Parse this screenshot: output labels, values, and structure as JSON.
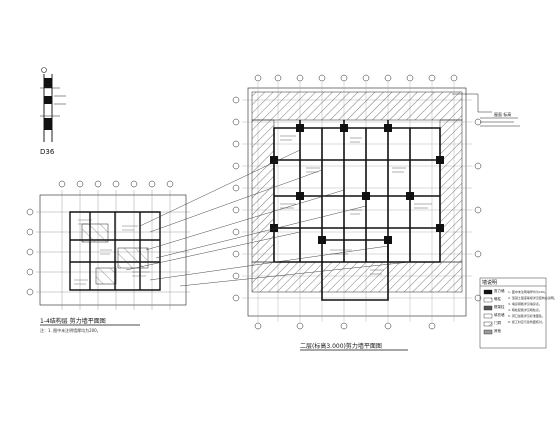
{
  "drawing": {
    "detail_label": "D36",
    "small_plan_title": "1-4结构层 剪力墙平面图",
    "small_plan_note": "注：1. 图中未注明墙厚均为200。",
    "main_plan_title": "二层(标高3.000)剪力墙平面图",
    "notes_title": "墙说明",
    "notes_lines": [
      "1. 图中未注明墙厚均为200。",
      "2. 混凝土强度等级详见结构总说明。",
      "3. 墙身钢筋详见墙身表。",
      "4. 暗柱配筋详见暗柱表。",
      "5. 洞口加筋详见标准图集。",
      "6. 施工时应与建筑图核对。"
    ],
    "top_callout_text": "屋面 标高",
    "legend_swatches": [
      "剪力墙",
      "暗柱",
      "框架柱",
      "填充墙",
      "门洞",
      "其他"
    ]
  }
}
